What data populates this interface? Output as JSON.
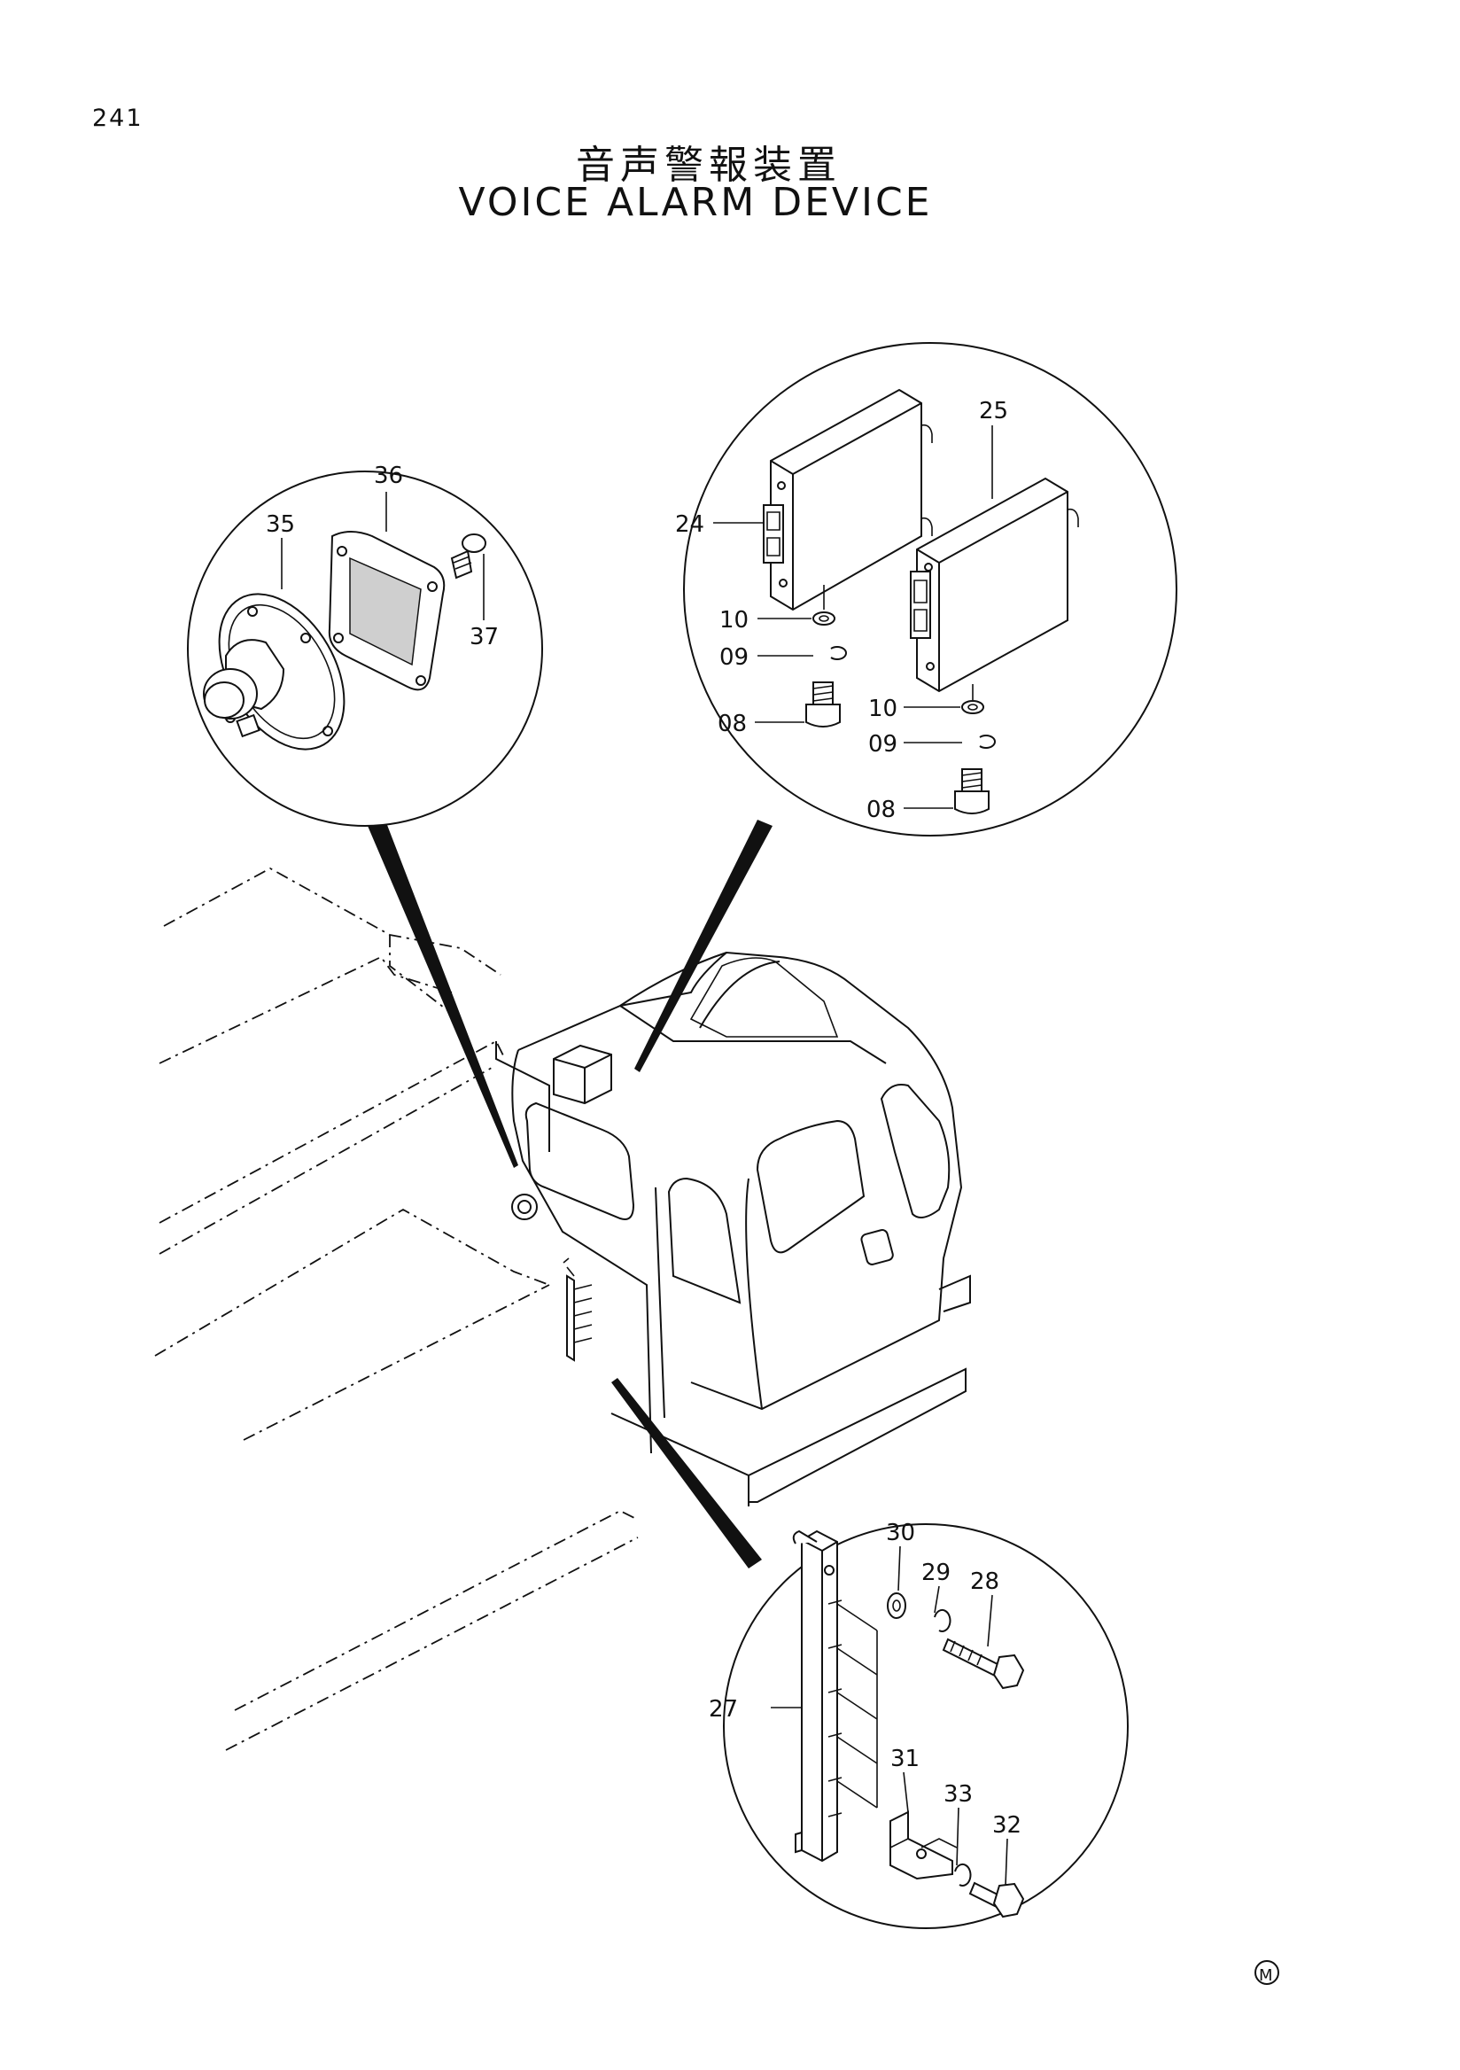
{
  "page_number": "241",
  "title_jp": "音声警報装置",
  "title_en": "VOICE  ALARM  DEVICE",
  "labels": {
    "p35": "35",
    "p36": "36",
    "p37": "37",
    "p24": "24",
    "p25": "25",
    "p10a": "10",
    "p09a": "09",
    "p08a": "08",
    "p10b": "10",
    "p09b": "09",
    "p08b": "08",
    "p27": "27",
    "p28": "28",
    "p29": "29",
    "p30": "30",
    "p31": "31",
    "p32": "32",
    "p33": "33"
  },
  "mark": "M"
}
